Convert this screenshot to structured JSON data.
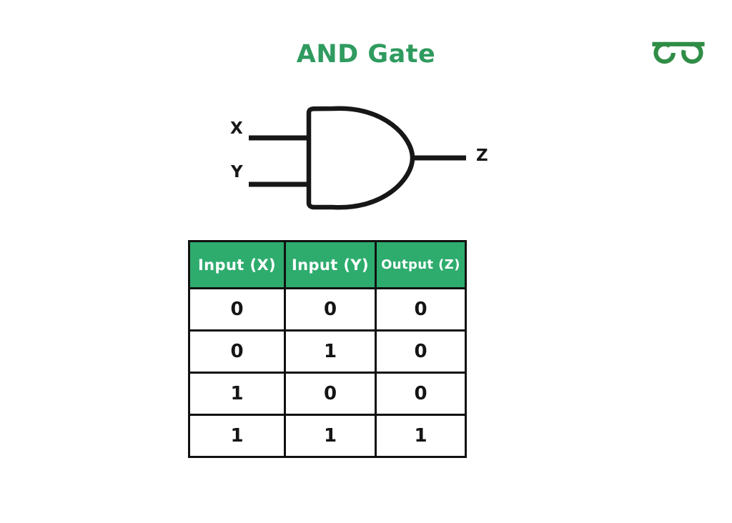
{
  "page": {
    "title": "AND Gate",
    "background": "#ffffff"
  },
  "logo": {
    "name": "geeksforgeeks-logo",
    "color": "#2f8d46"
  },
  "colors": {
    "title_green": "#2f9b5f",
    "table_header_green": "#2eac6e",
    "line_black": "#171717",
    "header_text": "#ffffff"
  },
  "diagram": {
    "type": "and-gate",
    "inputs": [
      {
        "label": "X"
      },
      {
        "label": "Y"
      }
    ],
    "output": {
      "label": "Z"
    }
  },
  "truth_table": {
    "headers": [
      "Input (X)",
      "Input (Y)",
      "Output (Z)"
    ],
    "rows": [
      [
        "0",
        "0",
        "0"
      ],
      [
        "0",
        "1",
        "0"
      ],
      [
        "1",
        "0",
        "0"
      ],
      [
        "1",
        "1",
        "1"
      ]
    ]
  }
}
